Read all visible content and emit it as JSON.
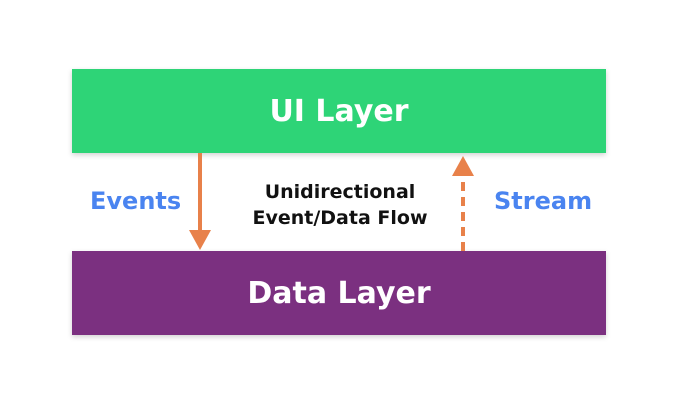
{
  "ui_layer": {
    "label": "UI Layer",
    "color": "#2ed477"
  },
  "data_layer": {
    "label": "Data Layer",
    "color": "#7b3080"
  },
  "events": {
    "label": "Events",
    "color": "#4a84f0"
  },
  "stream": {
    "label": "Stream",
    "color": "#4a84f0"
  },
  "flow_caption": {
    "line1": "Unidirectional",
    "line2": "Event/Data Flow"
  },
  "arrow_color": "#e8814a"
}
